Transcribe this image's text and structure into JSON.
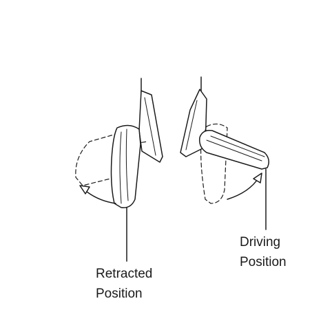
{
  "labels": {
    "retracted": [
      "Retracted",
      "Position"
    ],
    "driving": [
      "Driving",
      "Position"
    ]
  },
  "colors": {
    "ink": "#1a1a1a",
    "background": "#ffffff"
  }
}
